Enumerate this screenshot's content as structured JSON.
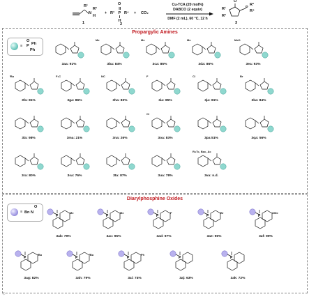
{
  "scheme": {
    "reagent1_num": "1",
    "reagent2_num": "2",
    "product_num": "3",
    "co2": "CO₂",
    "catalyst": "Cu-TCA (20 mol%)",
    "base": "DABCO (2 equiv)",
    "conditions": "DMF (2 mL), 60 °C, 12 h",
    "r1": "R¹",
    "r2": "R²",
    "r3": "R³",
    "r4": "R⁴",
    "h": "H",
    "n": "N",
    "p": "P",
    "o": "O"
  },
  "sections": [
    {
      "title": "Propargylic Amines"
    },
    {
      "title": "Diarylphosphine Oxides"
    }
  ],
  "legend1": {
    "lhs": "≡",
    "p": "P",
    "ph1": "Ph",
    "ph2": "Ph",
    "o": "O"
  },
  "legend2": {
    "lhs": "≡",
    "bn": "Bn",
    "n": "N",
    "o": "O"
  },
  "amines": [
    {
      "label": "3aa: 91%",
      "sub": ""
    },
    {
      "label": "3ba: 84%",
      "sub": "Me"
    },
    {
      "label": "3ca: 85%",
      "sub": "Me"
    },
    {
      "label": "3da: 86%",
      "sub": "Me"
    },
    {
      "label": "3ea: 93%",
      "sub": "MeO"
    },
    {
      "label": "3fa: 81%",
      "sub": "ᵗBu"
    },
    {
      "label": "3ga: 86%",
      "sub": "F₃C"
    },
    {
      "label": "3ha: 83%",
      "sub": "NC"
    },
    {
      "label": "3ia: 85%",
      "sub": "F"
    },
    {
      "label": "3ja: 81%",
      "sub": "Cl"
    },
    {
      "label": "3ka: 84%",
      "sub": "Br"
    },
    {
      "label": "3la: 98%",
      "sub": ""
    },
    {
      "label": "3ma: 21%",
      "sub": ""
    },
    {
      "label": "3na: 26%",
      "sub": ""
    },
    {
      "label": "3oa: 83%",
      "sub": "Cl"
    },
    {
      "label": "3pa:51%",
      "sub": ""
    },
    {
      "label": "3qa: 56%",
      "sub": ""
    },
    {
      "label": "3ra: 80%",
      "sub": ""
    },
    {
      "label": "3sa: 76%",
      "sub": ""
    },
    {
      "label": "3ta: 87%",
      "sub": ""
    },
    {
      "label": "3ua: 78%",
      "sub": ""
    },
    {
      "label": "3va: n.d.",
      "sub": "R=Tc, Boc, Ac",
      "r": "R"
    }
  ],
  "oxides": [
    {
      "label": "3ab: 79%",
      "sub": "Me"
    },
    {
      "label": "3ac: 95%",
      "sub": "Me"
    },
    {
      "label": "3ad: 97%",
      "sub": "F"
    },
    {
      "label": "3ae: 96%",
      "sub": "Br"
    },
    {
      "label": "3af: 99%",
      "sub": "OMe"
    },
    {
      "label": "3ag: 82%",
      "sub": "ᵗBu"
    },
    {
      "label": "3ah: 79%",
      "sub": "ᵗBu"
    },
    {
      "label": "3ai: 74%",
      "sub": "Ph"
    },
    {
      "label": "3aj: 63%",
      "sub": ""
    },
    {
      "label": "3ak: 72%",
      "sub": ""
    }
  ],
  "colors": {
    "section_title": "#c0171d",
    "ball_amine": "#79cfc5",
    "ball_oxide": "#a9a2e6"
  }
}
